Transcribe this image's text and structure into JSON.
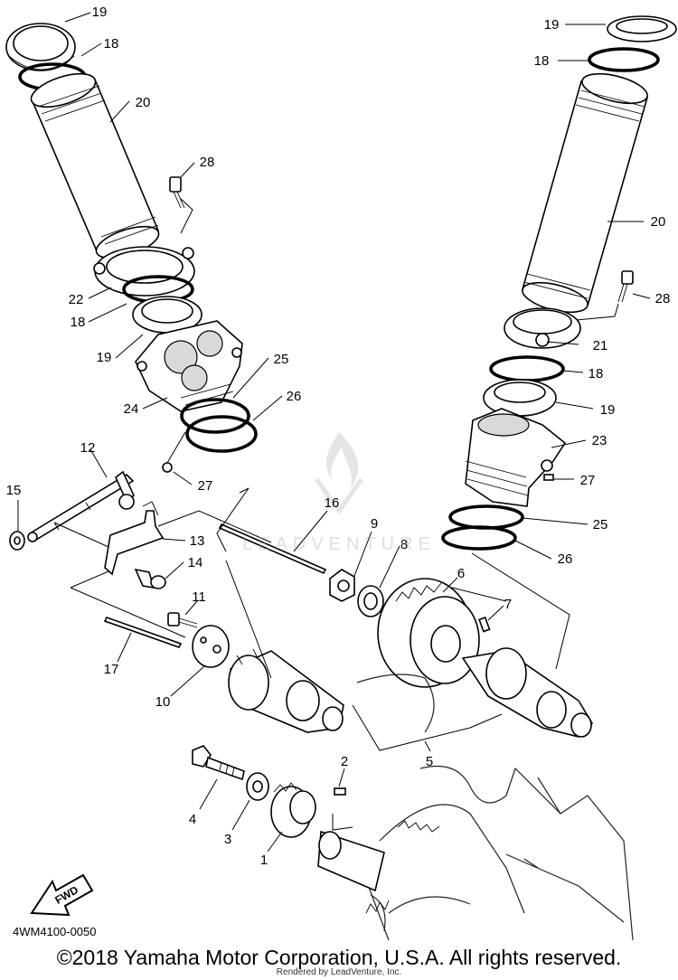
{
  "diagram": {
    "callouts": [
      "19",
      "18",
      "20",
      "28",
      "22",
      "18",
      "19",
      "24",
      "25",
      "26",
      "27",
      "12",
      "15",
      "13",
      "14",
      "16",
      "9",
      "8",
      "6",
      "7",
      "11",
      "10",
      "17",
      "5",
      "2",
      "4",
      "3",
      "1",
      "19",
      "18",
      "20",
      "28",
      "21",
      "18",
      "19",
      "23",
      "27",
      "25",
      "26"
    ],
    "fwd_label": "FWD",
    "diagram_code": "4WM4100-0050",
    "watermark": "LEADVENTURE",
    "copyright": "©2018 Yamaha Motor Corporation, U.S.A. All rights reserved.",
    "rendered_by": "Rendered by LeadVenture, Inc."
  }
}
